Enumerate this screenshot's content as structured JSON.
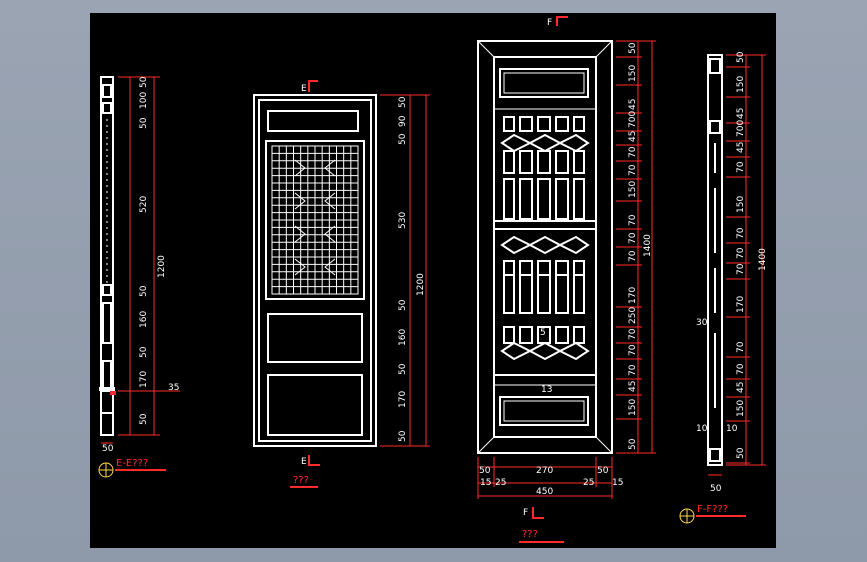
{
  "colors": {
    "background": "#000000",
    "drawing": "#ffffff",
    "dimension": "#ff2a2a"
  },
  "section_left": {
    "label": "E-E???",
    "dims": [
      "50",
      "100",
      "50",
      "520",
      "1200",
      "50",
      "160",
      "50",
      "170",
      "35",
      "50",
      "50"
    ]
  },
  "door_elevation": {
    "label": "???",
    "marker": "E",
    "dims": [
      "50",
      "90",
      "50",
      "530",
      "1200",
      "50",
      "160",
      "50",
      "170",
      "50"
    ]
  },
  "window_elevation": {
    "label": "???",
    "marker": "F",
    "dims_right": [
      "50",
      "150",
      "45",
      "700",
      "45",
      "70",
      "70",
      "150",
      "70",
      "70",
      "70",
      "170",
      "250",
      "70",
      "70",
      "70",
      "45",
      "150",
      "50"
    ],
    "total_height": "1400",
    "dims_bottom": [
      "50",
      "270",
      "50",
      "15",
      "25",
      "450",
      "25",
      "15"
    ],
    "callout_13": "13",
    "callout_5": "5"
  },
  "section_right": {
    "label": "F-F???",
    "dims": [
      "50",
      "150",
      "45",
      "700",
      "45",
      "70",
      "150",
      "70",
      "70",
      "70",
      "170",
      "70",
      "70",
      "45",
      "150",
      "50",
      "30",
      "10",
      "10",
      "50"
    ],
    "total_height": "1400"
  }
}
